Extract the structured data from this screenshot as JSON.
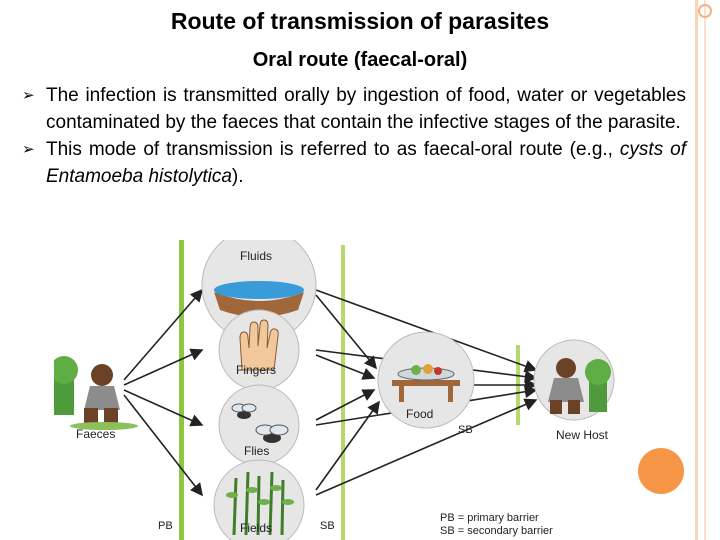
{
  "slide": {
    "title": "Route of transmission of parasites",
    "subtitle": "Oral route (faecal-oral)",
    "bullets": [
      {
        "text": "The infection is transmitted orally by ingestion of food, water or vegetables contaminated by the faeces that contain the infective stages of the parasite."
      },
      {
        "pre": "This mode of transmission is referred to as faecal-oral route (e.g., ",
        "italic": "cysts of Entamoeba histolytica",
        "post": ")."
      }
    ],
    "bullet_glyph": "➢"
  },
  "figure": {
    "labels": {
      "fluids": "Fluids",
      "fingers": "Fingers",
      "flies": "Flies",
      "fields": "Fields",
      "faeces": "Faeces",
      "food": "Food",
      "new_host": "New Host",
      "pb": "PB",
      "sb1": "SB",
      "sb2": "SB"
    },
    "legend": {
      "pb": "PB = primary barrier",
      "sb": "SB = secondary barrier"
    },
    "colors": {
      "barrier": "#8dc63f",
      "bubble": "#e0e0e0",
      "accent": "#f79646"
    }
  }
}
